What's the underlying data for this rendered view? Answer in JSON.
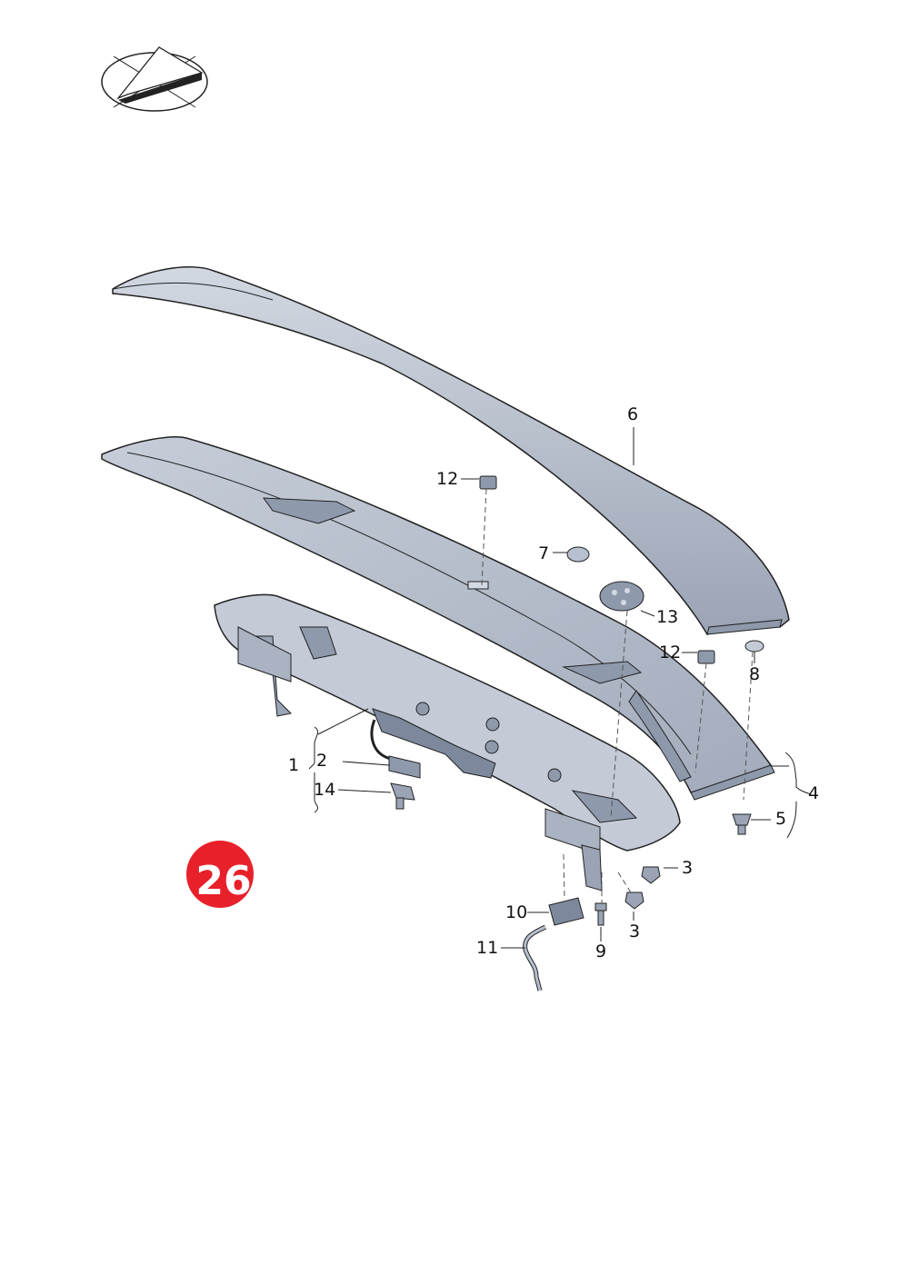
{
  "diagram": {
    "page_number": "26",
    "callouts": [
      {
        "id": "c1",
        "text": "1"
      },
      {
        "id": "c2",
        "text": "2"
      },
      {
        "id": "c14",
        "text": "14"
      },
      {
        "id": "c12a",
        "text": "12"
      },
      {
        "id": "c6",
        "text": "6"
      },
      {
        "id": "c7",
        "text": "7"
      },
      {
        "id": "c13",
        "text": "13"
      },
      {
        "id": "c12b",
        "text": "12"
      },
      {
        "id": "c8",
        "text": "8"
      },
      {
        "id": "c4",
        "text": "4"
      },
      {
        "id": "c5",
        "text": "5"
      },
      {
        "id": "c3a",
        "text": "3"
      },
      {
        "id": "c3b",
        "text": "3"
      },
      {
        "id": "c10",
        "text": "10"
      },
      {
        "id": "c9",
        "text": "9"
      },
      {
        "id": "c11",
        "text": "11"
      }
    ],
    "colors": {
      "badge": "#e8202a",
      "part_fill": "#b7c0cf",
      "part_shade": "#8e99ac",
      "part_light": "#d4dae3",
      "line": "#222222"
    },
    "icons": {
      "orientation": "orientation-compass-icon",
      "spoiler": "spoiler-shell-part",
      "carrier": "spoiler-carrier-part",
      "bracket": "mounting-bracket-part"
    }
  }
}
